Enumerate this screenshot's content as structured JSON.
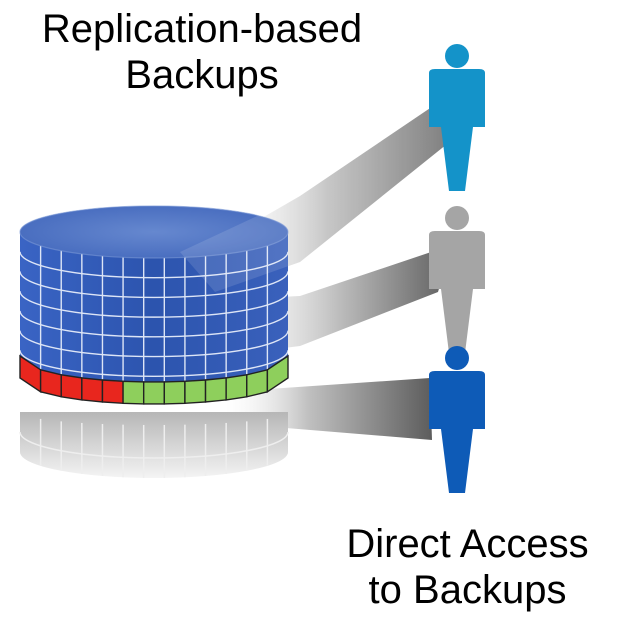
{
  "labels": {
    "top": [
      "Replication-based",
      "Backups"
    ],
    "bottom": [
      "Direct Access",
      "to Backups"
    ]
  },
  "database": {
    "top_color": "#4b6fc0",
    "body_color": "#2e55ad",
    "grid_line_color": "#dfe6f5",
    "segments": [
      "red",
      "red",
      "red",
      "red",
      "red",
      "green",
      "green",
      "green",
      "green",
      "green",
      "green",
      "green",
      "green"
    ],
    "segment_colors": {
      "red": "#e8261e",
      "green": "#8ecf5c"
    },
    "reflection_color": "#c8c8c8"
  },
  "people": [
    {
      "name": "person-top",
      "color": "#1493c9"
    },
    {
      "name": "person-middle",
      "color": "#a5a5a5"
    },
    {
      "name": "person-bottom",
      "color": "#0e5bb7"
    }
  ],
  "beam_color": "#6b6b6b"
}
